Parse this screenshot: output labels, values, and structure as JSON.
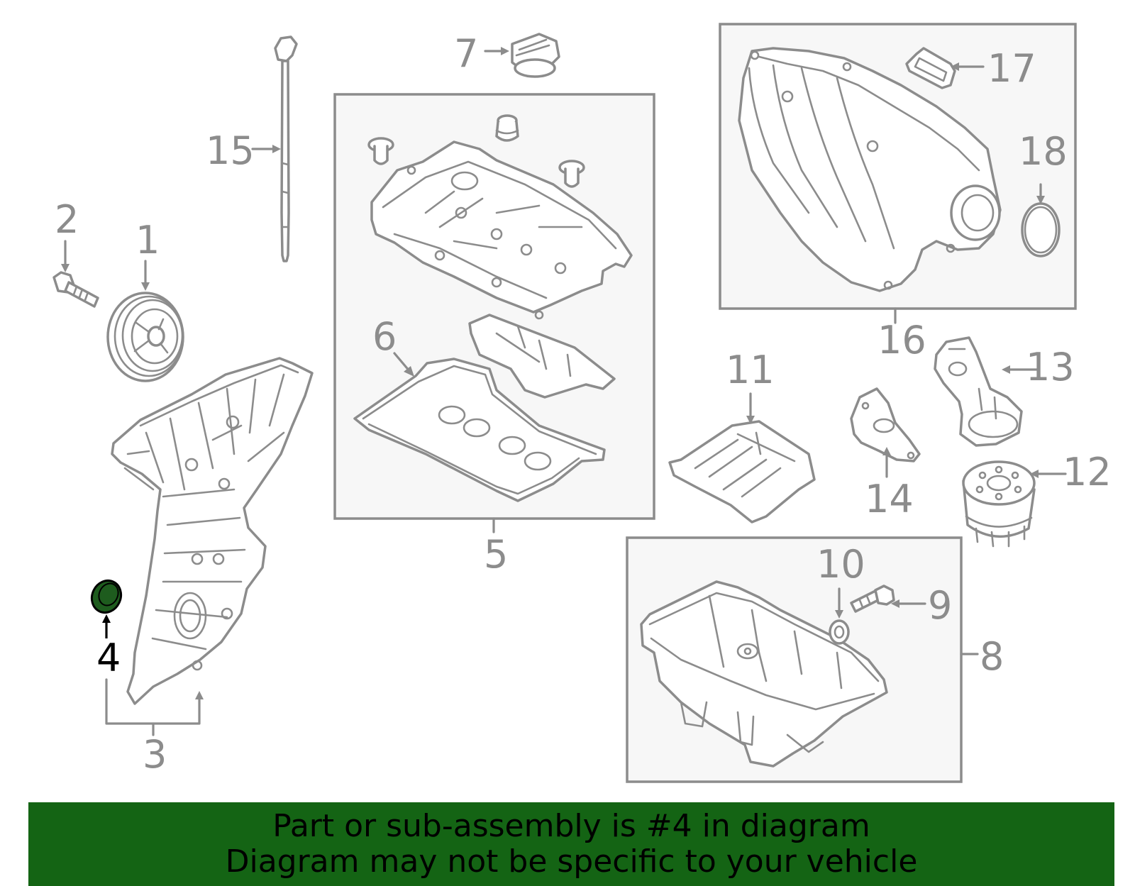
{
  "callouts": {
    "c1": "1",
    "c2": "2",
    "c3": "3",
    "c4": "4",
    "c5": "5",
    "c6": "6",
    "c7": "7",
    "c8": "8",
    "c9": "9",
    "c10": "10",
    "c11": "11",
    "c12": "12",
    "c13": "13",
    "c14": "14",
    "c15": "15",
    "c16": "16",
    "c17": "17",
    "c18": "18"
  },
  "highlighted_part": "4",
  "colors": {
    "line_gray": "#8c8c8c",
    "highlight_part": "#1e5c1e",
    "banner_background": "#146414",
    "box_fill": "#f7f7f7"
  },
  "banner": {
    "line1": "Part or sub-assembly is #4 in diagram",
    "line2": "Diagram may not be specific to your vehicle"
  }
}
